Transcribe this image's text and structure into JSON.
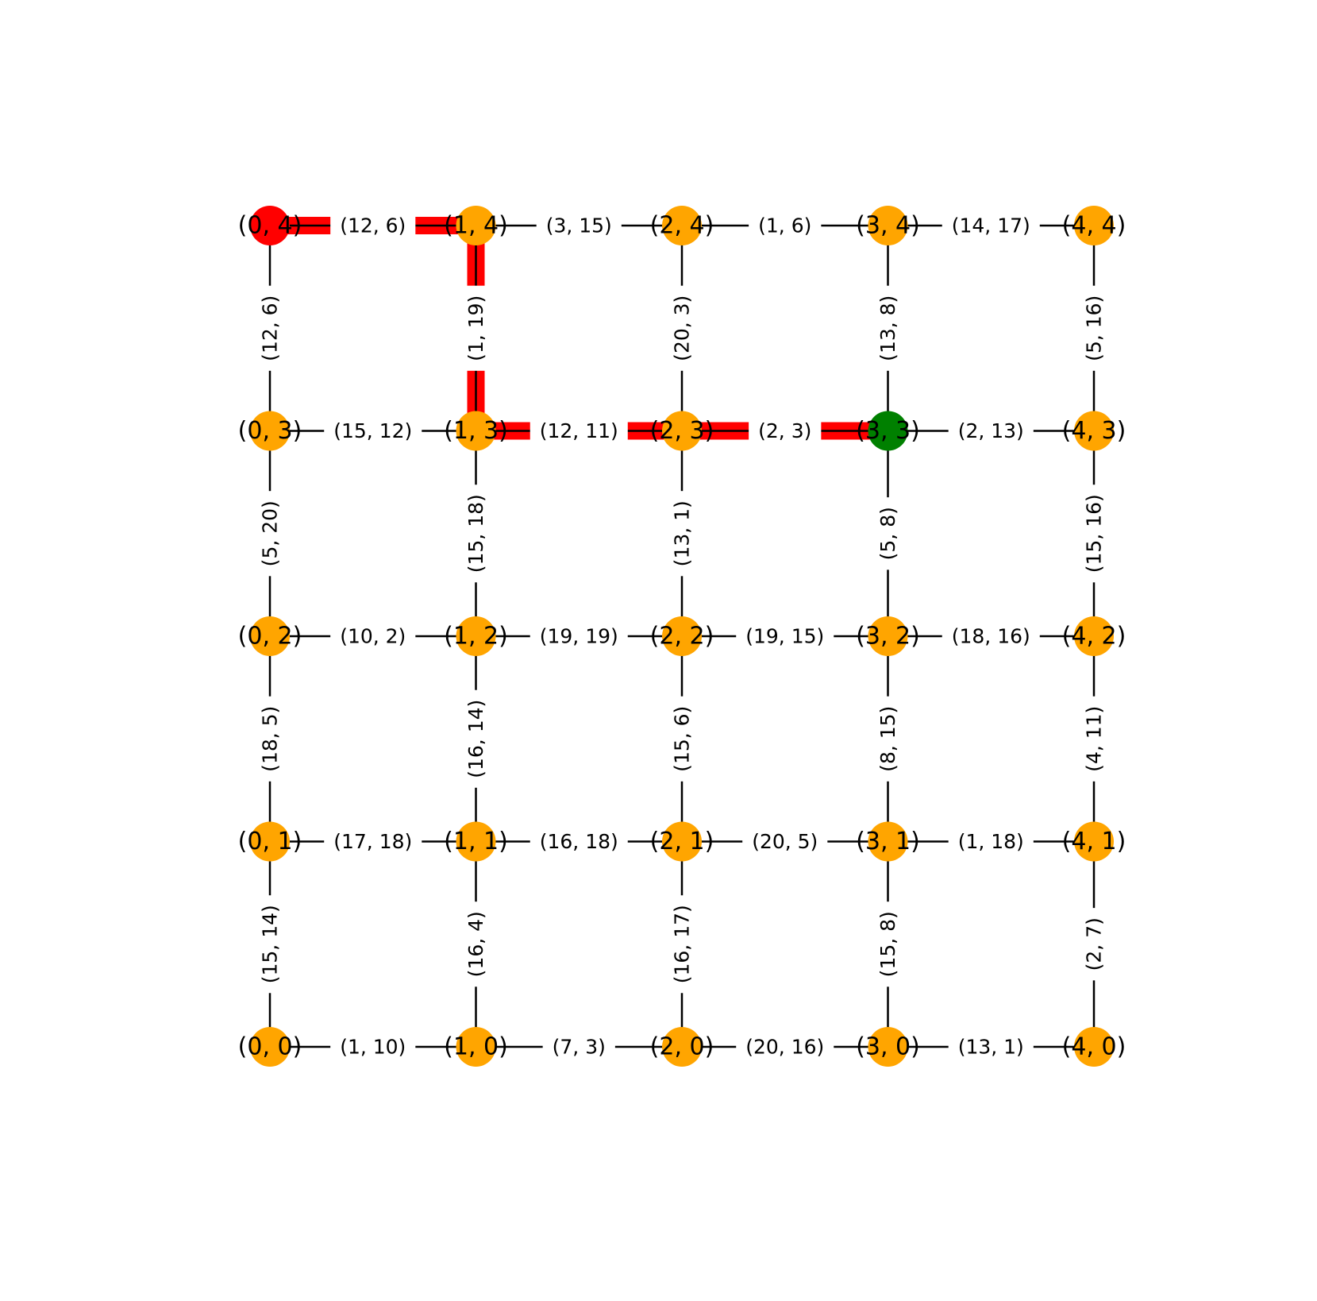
{
  "grid": {
    "cols": 5,
    "rows": 5
  },
  "colors": {
    "node": "#FFA500",
    "start": "#FF0000",
    "goal": "#008000",
    "path": "#FF0000",
    "edge": "#000000"
  },
  "start_node": "(0, 4)",
  "goal_node": "(3, 3)",
  "nodes": [
    {
      "id": "(0, 0)",
      "col": 0,
      "row": 0,
      "label": "(0, 0)"
    },
    {
      "id": "(1, 0)",
      "col": 1,
      "row": 0,
      "label": "(1, 0)"
    },
    {
      "id": "(2, 0)",
      "col": 2,
      "row": 0,
      "label": "(2, 0)"
    },
    {
      "id": "(3, 0)",
      "col": 3,
      "row": 0,
      "label": "(3, 0)"
    },
    {
      "id": "(4, 0)",
      "col": 4,
      "row": 0,
      "label": "(4, 0)"
    },
    {
      "id": "(0, 1)",
      "col": 0,
      "row": 1,
      "label": "(0, 1)"
    },
    {
      "id": "(1, 1)",
      "col": 1,
      "row": 1,
      "label": "(1, 1)"
    },
    {
      "id": "(2, 1)",
      "col": 2,
      "row": 1,
      "label": "(2, 1)"
    },
    {
      "id": "(3, 1)",
      "col": 3,
      "row": 1,
      "label": "(3, 1)"
    },
    {
      "id": "(4, 1)",
      "col": 4,
      "row": 1,
      "label": "(4, 1)"
    },
    {
      "id": "(0, 2)",
      "col": 0,
      "row": 2,
      "label": "(0, 2)"
    },
    {
      "id": "(1, 2)",
      "col": 1,
      "row": 2,
      "label": "(1, 2)"
    },
    {
      "id": "(2, 2)",
      "col": 2,
      "row": 2,
      "label": "(2, 2)"
    },
    {
      "id": "(3, 2)",
      "col": 3,
      "row": 2,
      "label": "(3, 2)"
    },
    {
      "id": "(4, 2)",
      "col": 4,
      "row": 2,
      "label": "(4, 2)"
    },
    {
      "id": "(0, 3)",
      "col": 0,
      "row": 3,
      "label": "(0, 3)"
    },
    {
      "id": "(1, 3)",
      "col": 1,
      "row": 3,
      "label": "(1, 3)"
    },
    {
      "id": "(2, 3)",
      "col": 2,
      "row": 3,
      "label": "(2, 3)"
    },
    {
      "id": "(3, 3)",
      "col": 3,
      "row": 3,
      "label": "(3, 3)"
    },
    {
      "id": "(4, 3)",
      "col": 4,
      "row": 3,
      "label": "(4, 3)"
    },
    {
      "id": "(0, 4)",
      "col": 0,
      "row": 4,
      "label": "(0, 4)"
    },
    {
      "id": "(1, 4)",
      "col": 1,
      "row": 4,
      "label": "(1, 4)"
    },
    {
      "id": "(2, 4)",
      "col": 2,
      "row": 4,
      "label": "(2, 4)"
    },
    {
      "id": "(3, 4)",
      "col": 3,
      "row": 4,
      "label": "(3, 4)"
    },
    {
      "id": "(4, 4)",
      "col": 4,
      "row": 4,
      "label": "(4, 4)"
    }
  ],
  "edges": [
    {
      "from": "(0, 4)",
      "to": "(1, 4)",
      "label": "(12, 6)"
    },
    {
      "from": "(1, 4)",
      "to": "(2, 4)",
      "label": "(3, 15)"
    },
    {
      "from": "(2, 4)",
      "to": "(3, 4)",
      "label": "(1, 6)"
    },
    {
      "from": "(3, 4)",
      "to": "(4, 4)",
      "label": "(14, 17)"
    },
    {
      "from": "(0, 3)",
      "to": "(1, 3)",
      "label": "(15, 12)"
    },
    {
      "from": "(1, 3)",
      "to": "(2, 3)",
      "label": "(12, 11)"
    },
    {
      "from": "(2, 3)",
      "to": "(3, 3)",
      "label": "(2, 3)"
    },
    {
      "from": "(3, 3)",
      "to": "(4, 3)",
      "label": "(2, 13)"
    },
    {
      "from": "(0, 2)",
      "to": "(1, 2)",
      "label": "(10, 2)"
    },
    {
      "from": "(1, 2)",
      "to": "(2, 2)",
      "label": "(19, 19)"
    },
    {
      "from": "(2, 2)",
      "to": "(3, 2)",
      "label": "(19, 15)"
    },
    {
      "from": "(3, 2)",
      "to": "(4, 2)",
      "label": "(18, 16)"
    },
    {
      "from": "(0, 1)",
      "to": "(1, 1)",
      "label": "(17, 18)"
    },
    {
      "from": "(1, 1)",
      "to": "(2, 1)",
      "label": "(16, 18)"
    },
    {
      "from": "(2, 1)",
      "to": "(3, 1)",
      "label": "(20, 5)"
    },
    {
      "from": "(3, 1)",
      "to": "(4, 1)",
      "label": "(1, 18)"
    },
    {
      "from": "(0, 0)",
      "to": "(1, 0)",
      "label": "(1, 10)"
    },
    {
      "from": "(1, 0)",
      "to": "(2, 0)",
      "label": "(7, 3)"
    },
    {
      "from": "(2, 0)",
      "to": "(3, 0)",
      "label": "(20, 16)"
    },
    {
      "from": "(3, 0)",
      "to": "(4, 0)",
      "label": "(13, 1)"
    },
    {
      "from": "(0, 4)",
      "to": "(0, 3)",
      "label": "(12, 6)"
    },
    {
      "from": "(1, 4)",
      "to": "(1, 3)",
      "label": "(1, 19)"
    },
    {
      "from": "(2, 4)",
      "to": "(2, 3)",
      "label": "(20, 3)"
    },
    {
      "from": "(3, 4)",
      "to": "(3, 3)",
      "label": "(13, 8)"
    },
    {
      "from": "(4, 4)",
      "to": "(4, 3)",
      "label": "(5, 16)"
    },
    {
      "from": "(0, 3)",
      "to": "(0, 2)",
      "label": "(5, 20)"
    },
    {
      "from": "(1, 3)",
      "to": "(1, 2)",
      "label": "(15, 18)"
    },
    {
      "from": "(2, 3)",
      "to": "(2, 2)",
      "label": "(13, 1)"
    },
    {
      "from": "(3, 3)",
      "to": "(3, 2)",
      "label": "(5, 8)"
    },
    {
      "from": "(4, 3)",
      "to": "(4, 2)",
      "label": "(15, 16)"
    },
    {
      "from": "(0, 2)",
      "to": "(0, 1)",
      "label": "(18, 5)"
    },
    {
      "from": "(1, 2)",
      "to": "(1, 1)",
      "label": "(16, 14)"
    },
    {
      "from": "(2, 2)",
      "to": "(2, 1)",
      "label": "(15, 6)"
    },
    {
      "from": "(3, 2)",
      "to": "(3, 1)",
      "label": "(8, 15)"
    },
    {
      "from": "(4, 2)",
      "to": "(4, 1)",
      "label": "(4, 11)"
    },
    {
      "from": "(0, 1)",
      "to": "(0, 0)",
      "label": "(15, 14)"
    },
    {
      "from": "(1, 1)",
      "to": "(1, 0)",
      "label": "(16, 4)"
    },
    {
      "from": "(2, 1)",
      "to": "(2, 0)",
      "label": "(16, 17)"
    },
    {
      "from": "(3, 1)",
      "to": "(3, 0)",
      "label": "(15, 8)"
    },
    {
      "from": "(4, 1)",
      "to": "(4, 0)",
      "label": "(2, 7)"
    }
  ],
  "path": [
    "(0, 4)",
    "(1, 4)",
    "(1, 3)",
    "(2, 3)",
    "(3, 3)"
  ]
}
